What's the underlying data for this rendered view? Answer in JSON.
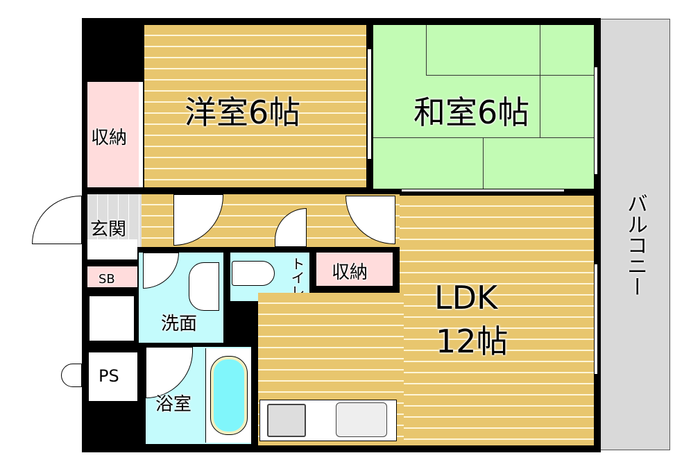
{
  "rooms": {
    "western": "洋室6帖",
    "japanese": "和室6帖",
    "storage_top": "収納",
    "entrance": "玄関",
    "shoe_box": "SB",
    "washroom": "洗面",
    "toilet": "トイレ",
    "storage_mid": "収納",
    "pipe_space": "PS",
    "bath": "浴室",
    "ldk": "LDK",
    "ldk_size": "12帖",
    "balcony": "バルコニー"
  },
  "colors": {
    "floor": "#e8c66e",
    "tatami": "#c2fbb4",
    "storage": "#ffdcdc",
    "wet_area": "#c4fbfc",
    "balcony": "#d9d9d9"
  }
}
